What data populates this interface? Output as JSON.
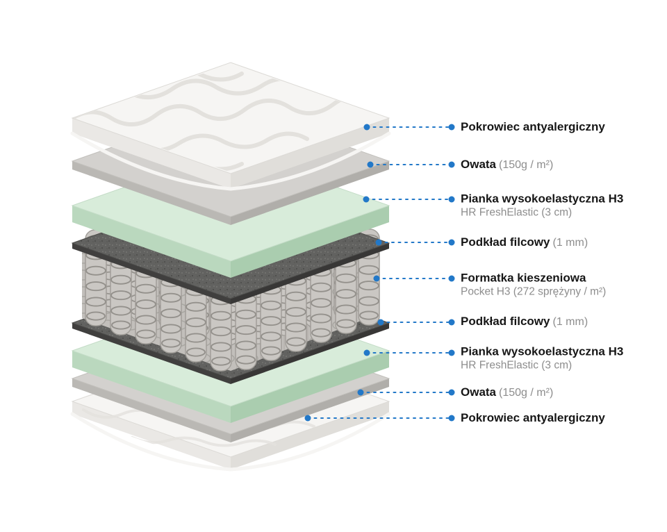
{
  "labels": [
    {
      "title": "Pokrowiec antyalergiczny"
    },
    {
      "title": "Owata",
      "detail": "(150g / m²)"
    },
    {
      "title": "Pianka wysokoelastyczna H3",
      "sub": "HR FreshElastic (3 cm)"
    },
    {
      "title": "Podkład filcowy",
      "detail": "(1 mm)"
    },
    {
      "title": "Formatka kieszeniowa",
      "sub": "Pocket H3 (272 sprężyny / m²)"
    },
    {
      "title": "Podkład filcowy",
      "detail": "(1 mm)"
    },
    {
      "title": "Pianka wysokoelastyczna H3",
      "sub": "HR FreshElastic (3 cm)"
    },
    {
      "title": "Owata",
      "detail": "(150g / m²)"
    },
    {
      "title": "Pokrowiec antyalergiczny"
    }
  ],
  "colors": {
    "accent_blue": "#2278c8",
    "text_primary": "#161616",
    "text_secondary": "#8d8d8d",
    "cover_top": "#f6f5f3",
    "cover_side_left": "#eae8e5",
    "cover_side_right": "#e0deda",
    "cover_wave": "#e3e1dd",
    "owata_top": "#d3d1ce",
    "owata_side_left": "#bab8b4",
    "owata_side_right": "#b0aeaa",
    "foam_top": "#d8ecda",
    "foam_side_left": "#bad8be",
    "foam_side_right": "#aacdaf",
    "felt_base": "#626260",
    "felt_side_left": "#403f3e",
    "felt_side_right": "#383736",
    "spring_body": "#cac7c3",
    "spring_coil": "#94918c",
    "spring_mass": "#c2bfbb"
  }
}
